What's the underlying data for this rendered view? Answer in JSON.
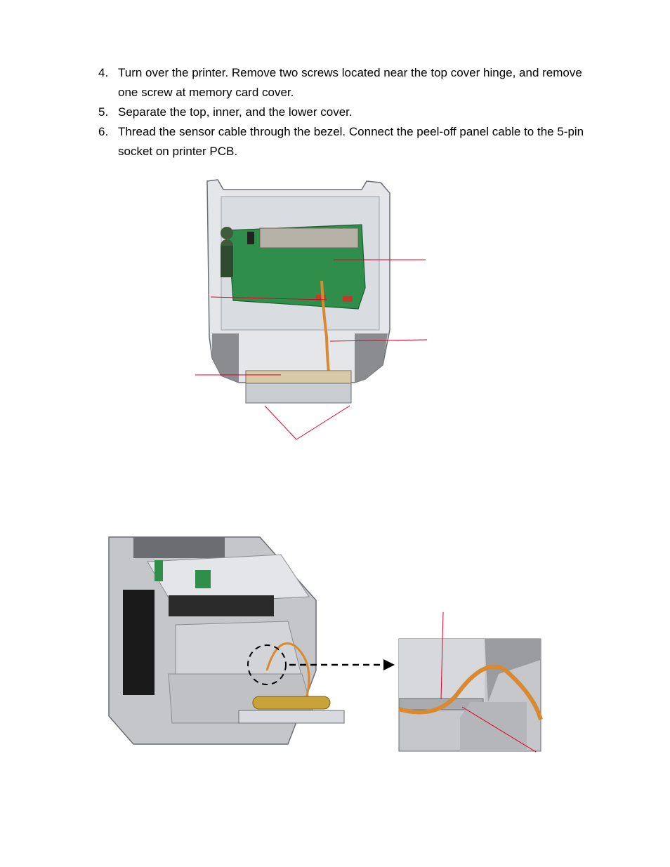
{
  "instructions": {
    "steps": [
      {
        "number": "4.",
        "text": "Turn over the printer. Remove two screws located near the top cover hinge, and remove one screw at memory card cover."
      },
      {
        "number": "5.",
        "text": "Separate the top, inner, and the lower cover."
      },
      {
        "number": "6.",
        "text": "Thread the sensor cable through the bezel. Connect the peel-off panel cable to the 5-pin socket on printer PCB."
      }
    ]
  },
  "figures": {
    "fig1_icon": "printer-underside-pcb-illustration",
    "fig2_icon": "printer-peel-off-assembly-illustration",
    "zoom_icon": "cable-routing-closeup-illustration",
    "accent_color": "#e0002a",
    "pcb_color": "#2f8f4a",
    "cable_color": "#d9892f"
  }
}
